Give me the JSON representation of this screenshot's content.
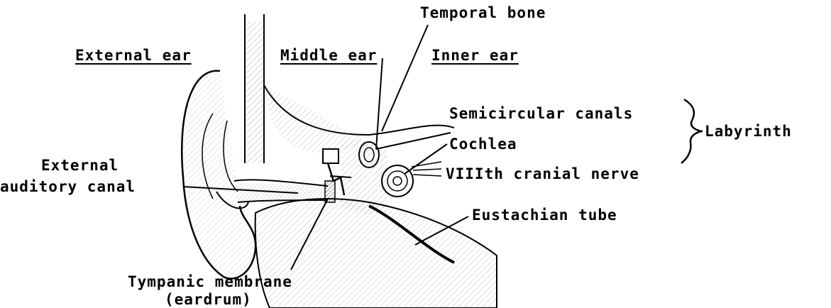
{
  "labels": {
    "temporal_bone": "Temporal bone",
    "external_ear": "External ear",
    "middle_ear": "Middle ear",
    "inner_ear": "Inner ear",
    "semicircular_canals": "Semicircular canals",
    "labyrinth": "Labyrinth",
    "cochlea": "Cochlea",
    "external_auditory_canal_line1": "External",
    "external_auditory_canal_line2": "auditory canal",
    "cranial_nerve": "VIIIth cranial nerve",
    "eustachian_tube": "Eustachian tube",
    "tympanic_membrane_line1": "Tympanic membrane",
    "tympanic_membrane_line2": "(eardrum)"
  }
}
